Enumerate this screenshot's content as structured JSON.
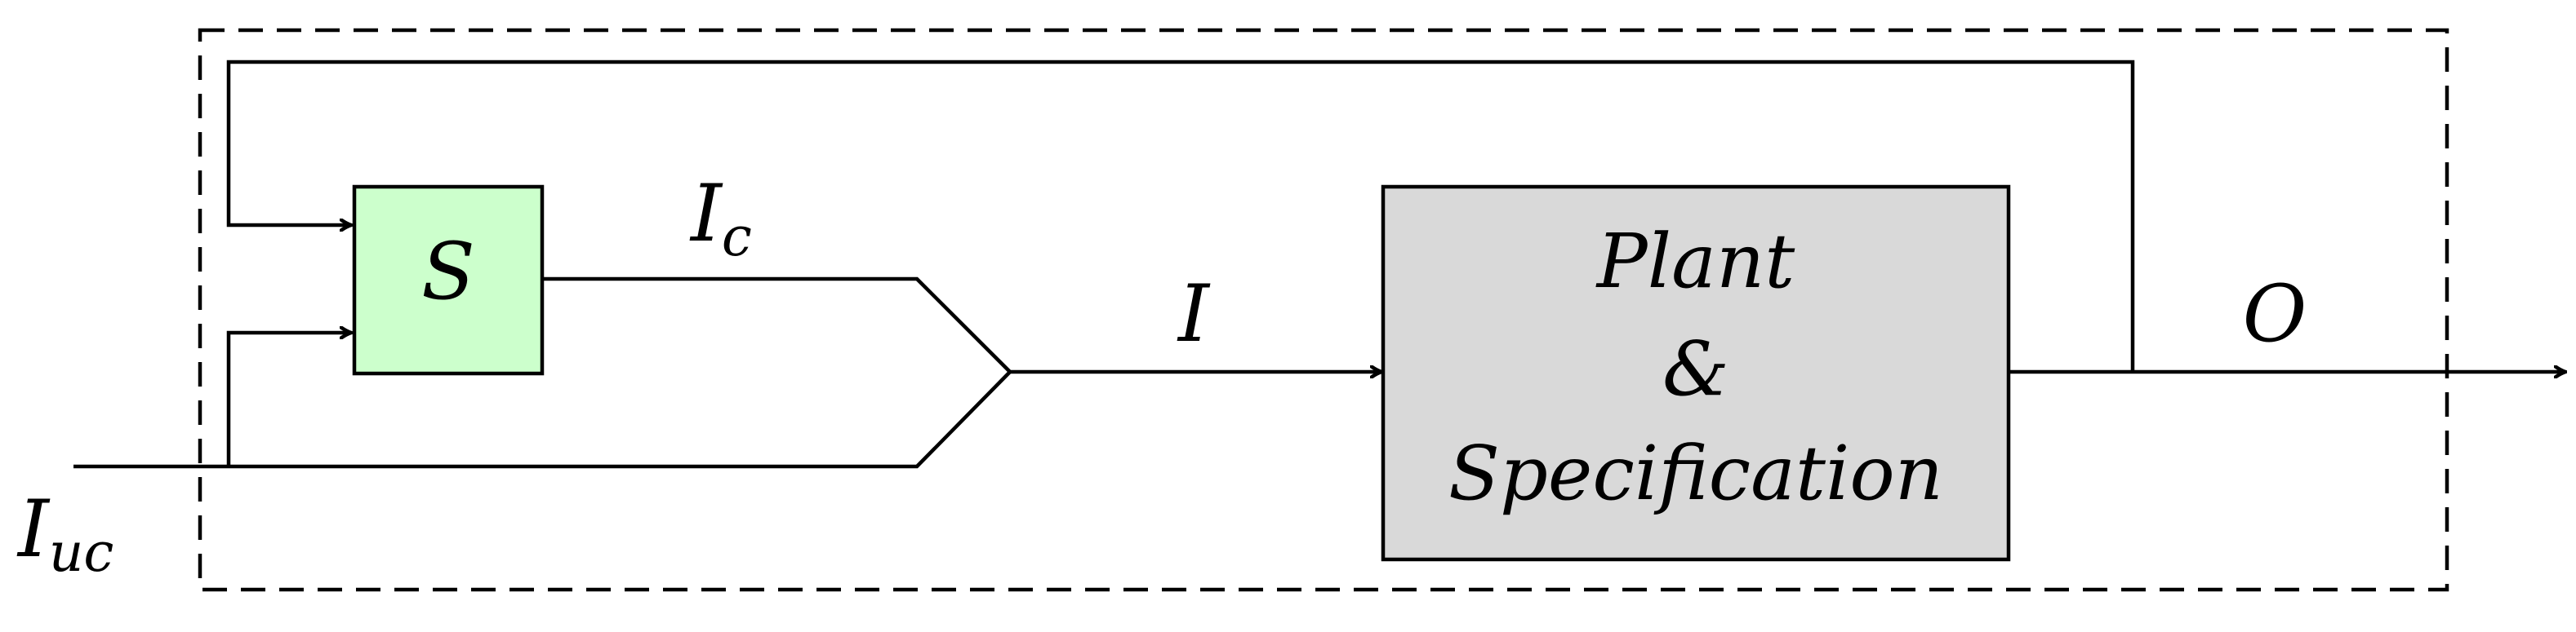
{
  "blocks": {
    "supervisor": {
      "label": "S",
      "fill": "#ccffcc"
    },
    "plant": {
      "line1": "Plant",
      "line2": "&",
      "line3": "Specification",
      "fill": "#d9d9d9"
    }
  },
  "signals": {
    "uncontrollable_main": "I",
    "uncontrollable_sub": "uc",
    "controllable_main": "I",
    "controllable_sub": "c",
    "combined_input": "I",
    "output": "O"
  }
}
